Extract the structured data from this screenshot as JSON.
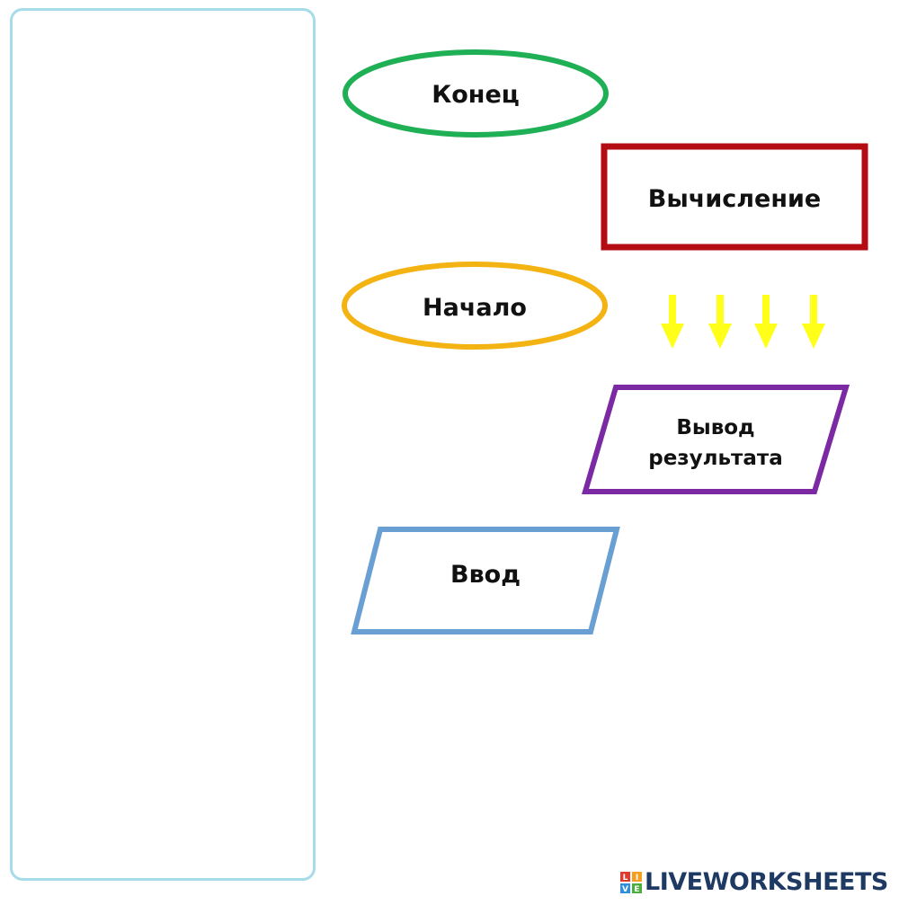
{
  "colors": {
    "drop_zone_border": "#a6dbea",
    "end_oval": "#1faf55",
    "compute_rect": "#b30c12",
    "start_oval": "#f3b312",
    "output_parallelogram": "#7b2aa3",
    "input_parallelogram": "#6a9fd3",
    "arrows": "#ffff1a",
    "brand_text": "#1e3a63"
  },
  "shapes": {
    "end": {
      "label": "Конец",
      "shape": "oval"
    },
    "compute": {
      "label": "Вычисление",
      "shape": "rectangle"
    },
    "start": {
      "label": "Начало",
      "shape": "oval"
    },
    "output": {
      "line1": "Вывод",
      "line2": "результата",
      "shape": "parallelogram"
    },
    "input": {
      "label": "Ввод",
      "shape": "parallelogram"
    }
  },
  "arrows": {
    "count": 4,
    "icon": "arrow-down-icon"
  },
  "footer": {
    "brand": "LIVEWORKSHEETS",
    "logo_letters": [
      "L",
      "I",
      "V",
      "E"
    ],
    "logo_icon": "liveworksheets-logo-icon"
  }
}
